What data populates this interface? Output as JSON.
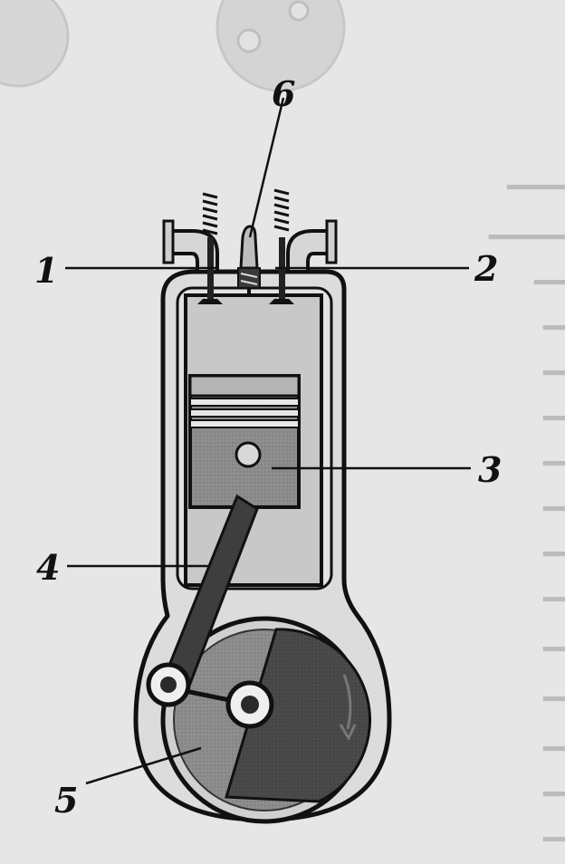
{
  "diagram": {
    "labels": {
      "intake_valve": "1",
      "exhaust_valve": "2",
      "piston": "3",
      "connecting_rod": "4",
      "crankshaft": "5",
      "spark_plug": "6"
    }
  }
}
